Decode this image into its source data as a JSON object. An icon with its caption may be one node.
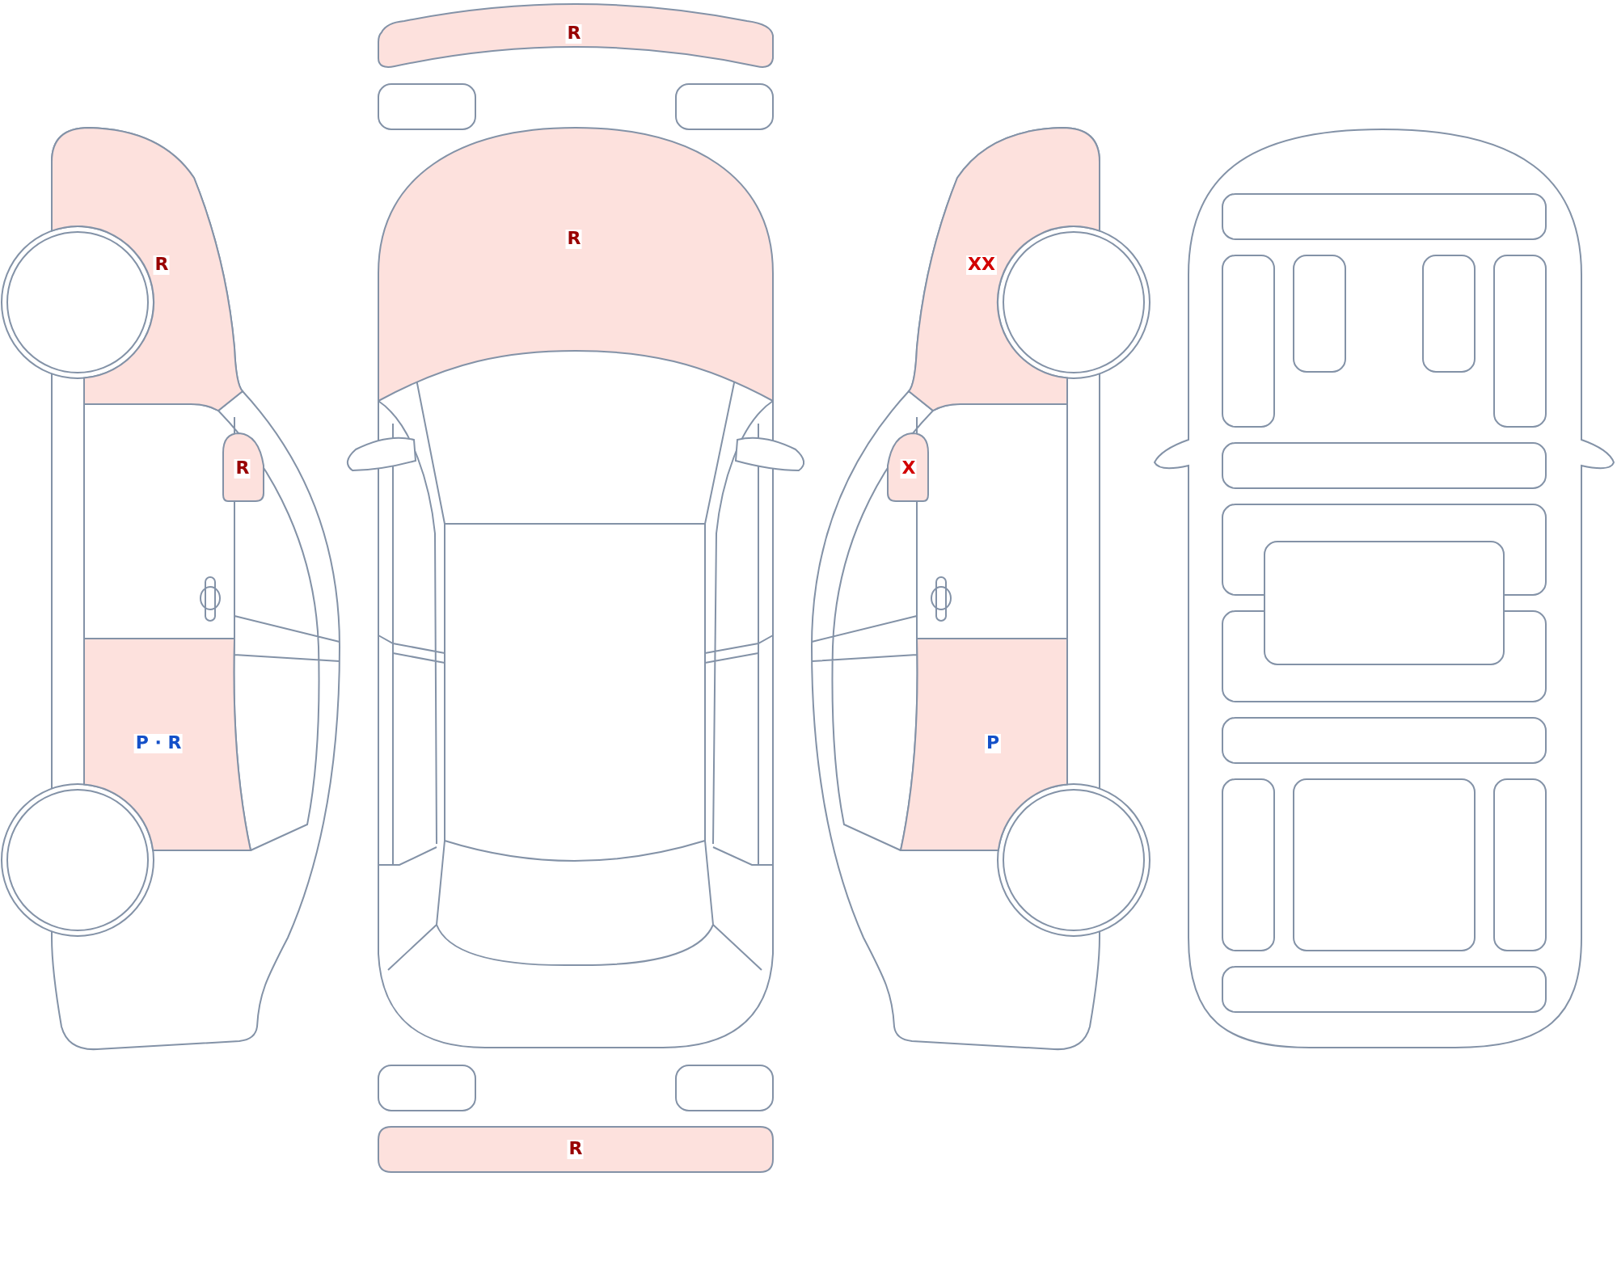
{
  "diagram": {
    "nodes": [
      {
        "text": [
          "R"
        ]
      },
      {
        "text": [
          "R"
        ]
      },
      {
        "text": [
          "R"
        ]
      },
      {
        "text": [
          "XX"
        ]
      },
      {
        "text": [
          "R"
        ]
      },
      {
        "text": [
          "X"
        ]
      },
      {
        "text": [
          "P · R"
        ]
      },
      {
        "text": [
          "P"
        ]
      },
      {
        "text": [
          "R"
        ]
      }
    ]
  }
}
